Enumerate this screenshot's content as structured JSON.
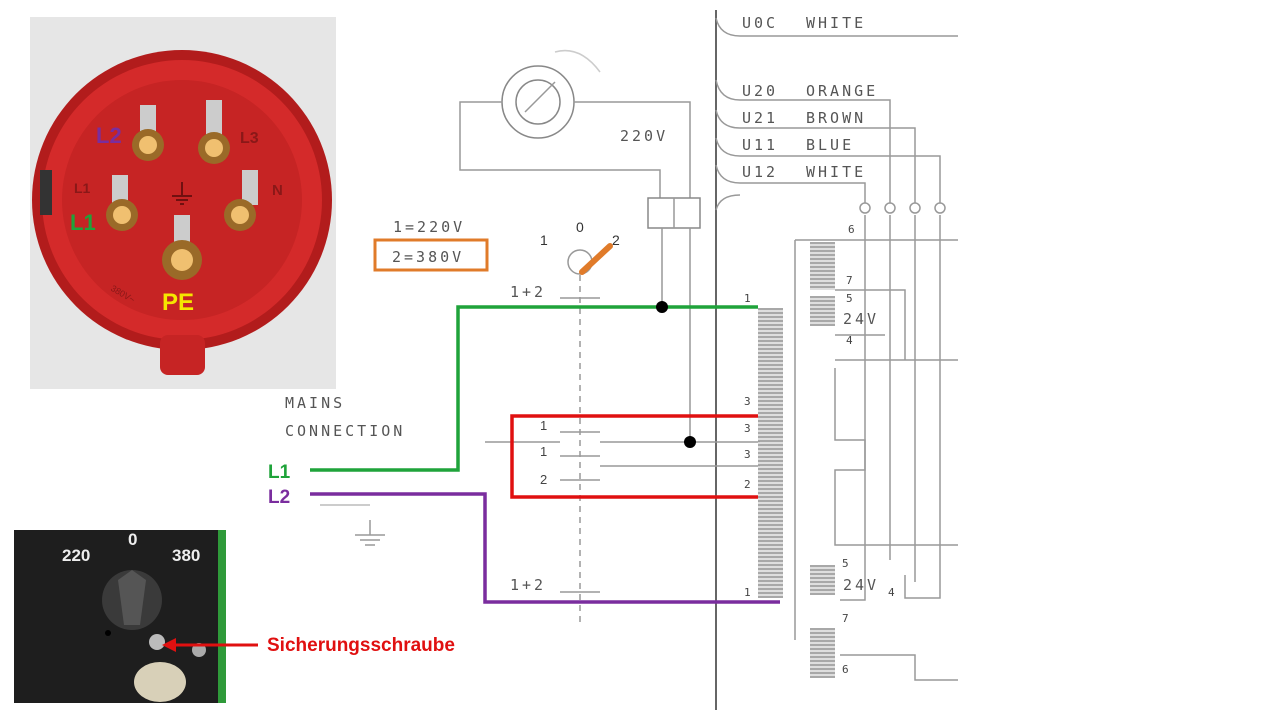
{
  "plug": {
    "pins": {
      "l1": "L1",
      "l2": "L2",
      "l3": "L3",
      "n": "N",
      "pe": "PE"
    },
    "small_marking": "380V~",
    "colors": {
      "body": "#d42a2a",
      "l1": "#1fa33a",
      "l2": "#7a2d9e",
      "pe": "#f5e600"
    }
  },
  "schematic": {
    "wires_right": [
      {
        "code": "U0C",
        "color": "WHITE"
      },
      {
        "code": "U20",
        "color": "ORANGE"
      },
      {
        "code": "U21",
        "color": "BROWN"
      },
      {
        "code": "U11",
        "color": "BLUE"
      },
      {
        "code": "U12",
        "color": "WHITE"
      }
    ],
    "lamp_voltage": "220V",
    "voltage_legend": {
      "line1": "1=220V",
      "line2": "2=380V"
    },
    "switch_positions": {
      "pos0": "0",
      "pos1": "1",
      "pos2": "2"
    },
    "contacts": {
      "top": "1+2",
      "c1": "1",
      "c2": "1",
      "c3": "2",
      "bottom": "1+2"
    },
    "mains_label": {
      "line1": "MAINS",
      "line2": "CONNECTION"
    },
    "tap_numbers": [
      "6",
      "7",
      "5",
      "4",
      "3",
      "3",
      "3",
      "2",
      "1",
      "1",
      "5",
      "7",
      "6"
    ],
    "secondary_upper": "24V",
    "secondary_lower": "24V",
    "secondary_lower_sub": "4"
  },
  "annotations": {
    "input_l1": "L1",
    "input_l2": "L2",
    "callout": "Sicherungsschraube",
    "colors": {
      "green": "#1fa33a",
      "purple": "#7a2d9e",
      "red": "#e01010",
      "orange": "#e07b2a"
    }
  },
  "switch_photo": {
    "left": "220",
    "center": "0",
    "right": "380"
  }
}
